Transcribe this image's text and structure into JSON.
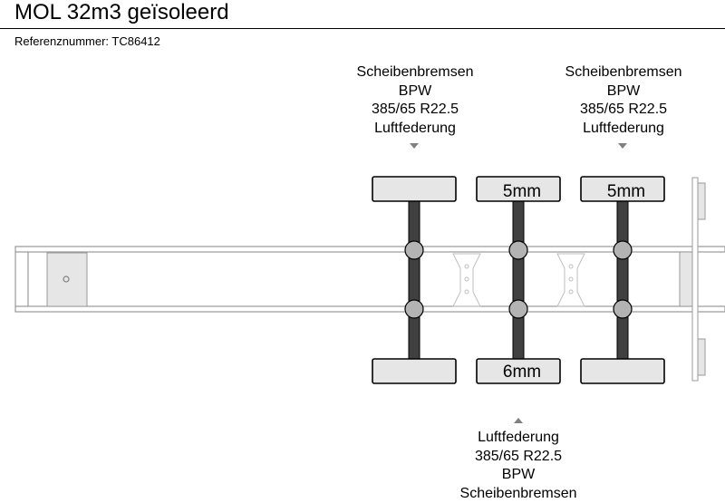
{
  "header": {
    "title": "MOL 32m3 geïsoleerd",
    "reference": "Referenznummer: TC86412"
  },
  "axles": [
    {
      "top_labels": [
        "Scheibenbremsen",
        "BPW",
        "385/65 R22.5",
        "Luftfederung"
      ],
      "top_tire_text": "",
      "bottom_tire_text": "",
      "bottom_labels": []
    },
    {
      "top_labels": [],
      "top_tire_text": "5mm",
      "bottom_tire_text": "6mm",
      "bottom_labels": [
        "Luftfederung",
        "385/65 R22.5",
        "BPW",
        "Scheibenbremsen"
      ]
    },
    {
      "top_labels": [
        "Scheibenbremsen",
        "BPW",
        "385/65 R22.5",
        "Luftfederung"
      ],
      "top_tire_text": "5mm",
      "bottom_tire_text": "",
      "bottom_labels": []
    }
  ],
  "colors": {
    "frame_line": "#999999",
    "tire_fill": "#e6e6e6",
    "axle_fill": "#404040",
    "hub_fill": "#b3b3b3",
    "marker": "#808080"
  }
}
